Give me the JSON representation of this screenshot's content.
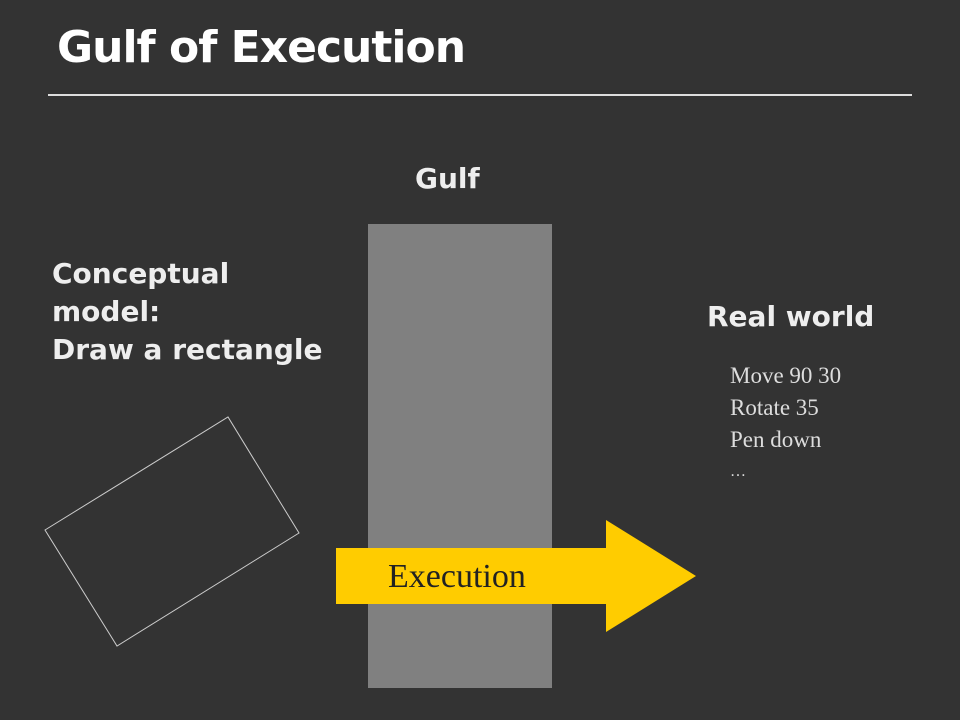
{
  "title": "Gulf of Execution",
  "gulf_label": "Gulf",
  "conceptual_model": "Conceptual\nmodel:\nDraw a rectangle",
  "real_world": "Real world",
  "commands": [
    "Move 90 30",
    "Rotate 35",
    "Pen down",
    "…"
  ],
  "arrow_label": "Execution",
  "colors": {
    "background": "#333333",
    "gulf": "#808080",
    "arrow": "#ffcc00"
  }
}
